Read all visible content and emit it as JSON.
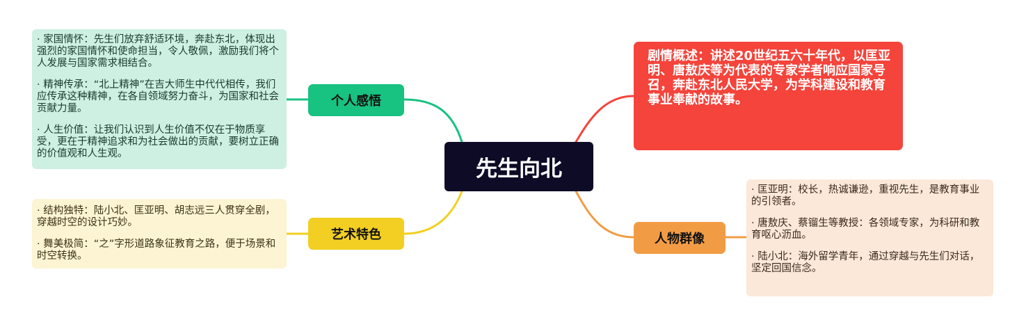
{
  "central": {
    "title": "先生向北"
  },
  "branches": [
    {
      "label": "个人感悟",
      "color": "#18c281",
      "leaf_color": "#cdf0e2",
      "items": [
        "· 家国情怀：先生们放弃舒适环境，奔赴东北，体现出强烈的家国情怀和使命担当，令人敬佩，激励我们将个人发展与国家需求相结合。",
        "· 精神传承：“北上精神”在吉大师生中代代相传，我们应传承这种精神，在各自领域努力奋斗，为国家和社会贡献力量。",
        "· 人生价值：让我们认识到人生价值不仅在于物质享受，更在于精神追求和为社会做出的贡献，要树立正确的价值观和人生观。"
      ]
    },
    {
      "label": "艺术特色",
      "color": "#f2cf22",
      "leaf_color": "#fcf4d2",
      "items": [
        "· 结构独特：陆小北、匡亚明、胡志远三人贯穿全剧，穿越时空的设计巧妙。",
        "· 舞美极简：“之”字形道路象征教育之路，便于场景和时空转换。"
      ]
    },
    {
      "label": "剧情概述：讲述20世纪五六十年代，以匡亚明、唐敖庆等为代表的专家学者响应国家号召，奔赴东北人民大学，为学科建设和教育事业奉献的故事。",
      "color": "#f4443b"
    },
    {
      "label": "人物群像",
      "color": "#f19c45",
      "leaf_color": "#fbe8d8",
      "items": [
        "· 匡亚明：校长，热诚谦逊，重视先生，是教育事业的引领者。",
        "· 唐敖庆、蔡镏生等教授：各领域专家，为科研和教育呕心沥血。",
        "· 陆小北：海外留学青年，通过穿越与先生们对话，坚定回国信念。"
      ]
    }
  ]
}
